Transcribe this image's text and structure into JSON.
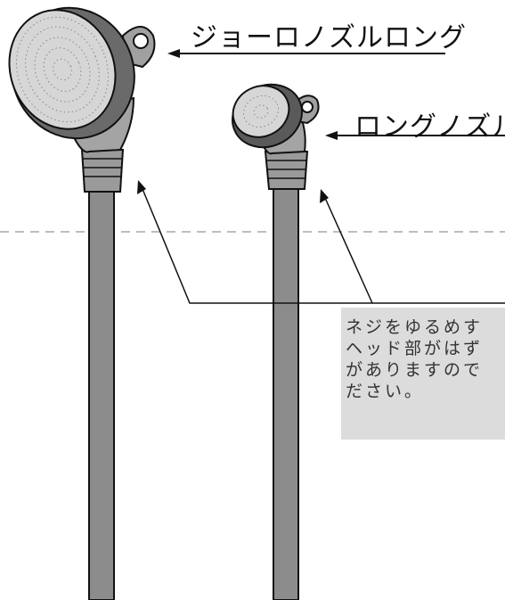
{
  "labels": {
    "long_nozzle": "ジョーロノズルロング",
    "short_nozzle": "ロングノズル"
  },
  "note": {
    "lines": [
      "ネジをゆるめす",
      "ヘッド部がはず",
      "がありますので",
      "ださい。"
    ]
  },
  "colors": {
    "line": "#111111",
    "body_gray": "#8c8c8c",
    "body_dark": "#5a5a5a",
    "face": "#d6d6d6",
    "note_bg": "#dcdcdc",
    "dash": "#bdbdbd"
  }
}
